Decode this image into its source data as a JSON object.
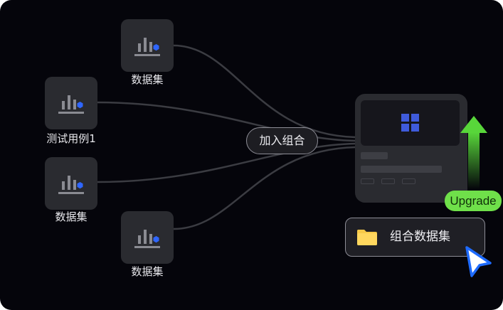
{
  "nodes": [
    {
      "label": "数据集"
    },
    {
      "label": "测试用例1"
    },
    {
      "label": "数据集"
    },
    {
      "label": "数据集"
    }
  ],
  "merge": {
    "label": "加入组合"
  },
  "result": {
    "label": "组合数据集",
    "badge": "Upgrade"
  },
  "icons": {
    "node": "dataset-chart-icon",
    "panel": "grid-icon",
    "folder": "folder-icon",
    "cursor": "cursor-pointer-icon",
    "arrow": "arrow-up-icon"
  },
  "colors": {
    "background": "#05050b",
    "node_bg": "#2a2b30",
    "accent_blue": "#2f66ff",
    "grid_blue": "#3f5bdb",
    "upgrade_green": "#6fe04a",
    "folder_yellow": "#f7c948"
  }
}
